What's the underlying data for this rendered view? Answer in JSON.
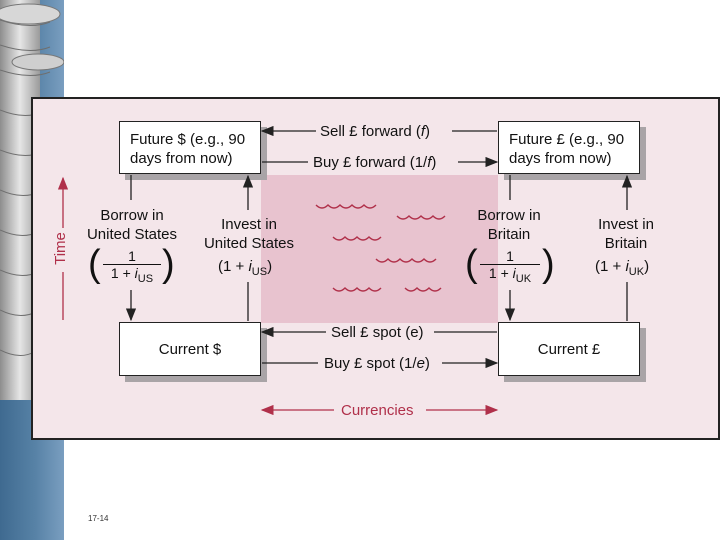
{
  "boxes": {
    "future_dollar": [
      "Future $ (e.g., 90",
      "days from now)"
    ],
    "future_pound": [
      "Future £ (e.g., 90",
      "days from now)"
    ],
    "current_dollar": "Current $",
    "current_pound": "Current £"
  },
  "arrows": {
    "sell_forward_pre": "Sell £ forward (",
    "sell_forward_var": "f",
    "sell_forward_post": ")",
    "buy_forward_pre": "Buy £ forward (1/",
    "buy_forward_var": "f",
    "buy_forward_post": ")",
    "sell_spot": "Sell £ spot (e)",
    "buy_spot_pre": "Buy £ spot (1/",
    "buy_spot_var": "e",
    "buy_spot_post": ")"
  },
  "left_side": {
    "borrow": [
      "Borrow in",
      "United States"
    ],
    "frac_num": "1",
    "frac_den_pre": "1 + ",
    "frac_den_var": "i",
    "frac_den_sub": "US",
    "invest": [
      "Invest in",
      "United States"
    ],
    "invest_rate_pre": "(1 + ",
    "invest_rate_var": "i",
    "invest_rate_sub": "US",
    "invest_rate_post": ")"
  },
  "right_side": {
    "borrow": [
      "Borrow in",
      "Britain"
    ],
    "frac_num": "1",
    "frac_den_pre": "1 + ",
    "frac_den_var": "i",
    "frac_den_sub": "UK",
    "invest": [
      "Invest in",
      "Britain"
    ],
    "invest_rate_pre": "(1 + ",
    "invest_rate_var": "i",
    "invest_rate_sub": "UK",
    "invest_rate_post": ")"
  },
  "axes": {
    "time": "Time",
    "currencies": "Currencies"
  },
  "footer": "17-14",
  "colors": {
    "panel": "#f4e6ea",
    "shade": "#e8c3cf",
    "axis_red": "#b0304a",
    "band": "#4d7aa0"
  }
}
